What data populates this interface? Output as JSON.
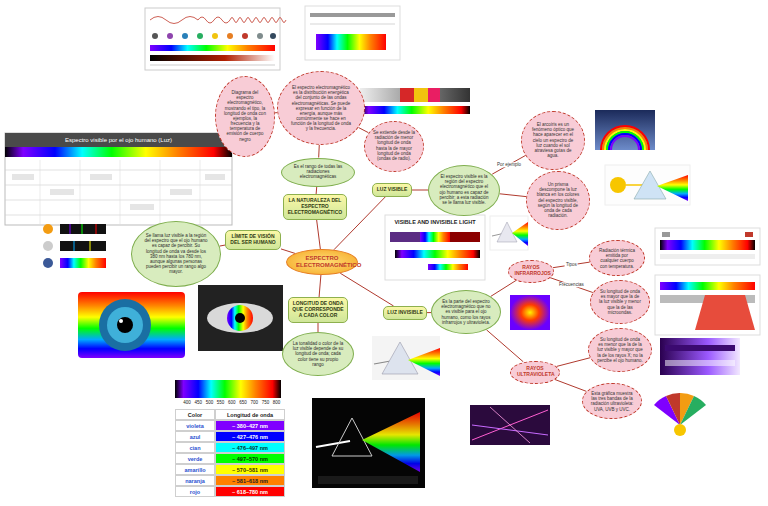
{
  "diagram": {
    "nodes": [
      {
        "text": [
          "ESPECTRO ELECTROMAGNÉTICO"
        ]
      },
      {
        "text": [
          "LA NATURALEZA DEL ESPECTRO ELECTROMAGNÉTICO"
        ]
      },
      {
        "text": [
          "Es el rango de todas las radiaciones electromagnéticas"
        ]
      },
      {
        "text": [
          "El espectro electromagnético es la distribución energética del conjunto de las ondas electromagnéticas. Se puede expresar en función de la energía, aunque más comúnmente se hace en función de la longitud de onda y la frecuencia."
        ]
      },
      {
        "text": [
          "Diagrama del espectro electromagnético, mostrando el tipo, la longitud de onda con ejemplos, la frecuencia y la temperatura de emisión de cuerpo negro"
        ]
      },
      {
        "text": [
          "Se extiende desde la radiación de menor longitud de onda hasta la de mayor longitud de onda (ondas de radio)."
        ]
      },
      {
        "text": [
          "LÍMITE DE VISIÓN DEL SER HUMANO"
        ]
      },
      {
        "text": [
          "Se llama luz visible a la región del espectro que el ojo humano es capaz de percibir. Su longitud de onda va desde los 380 nm hasta los 780 nm, aunque algunas personas pueden percibir un rango algo mayor."
        ]
      },
      {
        "text": [
          "LONGITUD DE ONDA QUE CORRESPONDE A CADA COLOR"
        ]
      },
      {
        "text": [
          "La tonalidad o color de la luz visible depende de su longitud de onda; cada color tiene su propio rango"
        ]
      },
      {
        "text": [
          "LUZ VISIBLE"
        ]
      },
      {
        "text": [
          "El espectro visible es la región del espectro electromagnético que el ojo humano es capaz de percibir; a esta radiación se le llama luz visible."
        ]
      },
      {
        "text": [
          "El arcoíris es un fenómeno óptico que hace aparecer en el cielo un espectro de luz cuando el sol atraviesa gotas de agua."
        ]
      },
      {
        "text": [
          "Un prisma descompone la luz blanca en los colores del espectro visible, según la longitud de onda de cada radiación."
        ]
      },
      {
        "text": [
          "LUZ INVISIBLE"
        ]
      },
      {
        "text": [
          "Es la parte del espectro electromagnético que no es visible para el ojo humano, como los rayos infrarrojos y ultravioleta."
        ]
      },
      {
        "text": [
          "RAYOS INFRARROJOS"
        ]
      },
      {
        "text": [
          "Radiación térmica emitida por cualquier cuerpo con temperatura."
        ]
      },
      {
        "text": [
          "Su longitud de onda es mayor que la de la luz visible y menor que la de las microondas."
        ]
      },
      {
        "text": [
          "RAYOS ULTRAVIOLETA"
        ]
      },
      {
        "text": [
          "Su longitud de onda es menor que la de la luz visible y mayor que la de los rayos X; no la percibe el ojo humano."
        ]
      },
      {
        "text": [
          "Esta gráfica muestra las tres bandas de la radiación ultravioleta: UVA, UVB y UVC."
        ]
      }
    ],
    "edges": [
      {
        "from": 0,
        "to": 1,
        "arrow": "none"
      },
      {
        "from": 1,
        "to": 2,
        "arrow": "none"
      },
      {
        "from": 2,
        "to": 3,
        "arrow": "none"
      },
      {
        "from": 3,
        "to": 4,
        "arrow": "none"
      },
      {
        "from": 3,
        "to": 5,
        "arrow": "none"
      },
      {
        "from": 0,
        "to": 6,
        "arrow": "none"
      },
      {
        "from": 6,
        "to": 7,
        "arrow": "none"
      },
      {
        "from": 0,
        "to": 8,
        "arrow": "none"
      },
      {
        "from": 8,
        "to": 9,
        "arrow": "none"
      },
      {
        "from": 0,
        "to": 10,
        "arrow": "none"
      },
      {
        "from": 10,
        "to": 11,
        "arrow": "none"
      },
      {
        "from": 11,
        "to": 12,
        "label": "Por ejemplo",
        "arrow": "none"
      },
      {
        "from": 11,
        "to": 13,
        "arrow": "none"
      },
      {
        "from": 0,
        "to": 14,
        "arrow": "none"
      },
      {
        "from": 14,
        "to": 15,
        "arrow": "none"
      },
      {
        "from": 15,
        "to": 16,
        "arrow": "none"
      },
      {
        "from": 16,
        "to": 17,
        "label": "Tipos",
        "arrow": "none"
      },
      {
        "from": 16,
        "to": 18,
        "label": "Frecuencias",
        "arrow": "none"
      },
      {
        "from": 15,
        "to": 19,
        "arrow": "none"
      },
      {
        "from": 19,
        "to": 20,
        "arrow": "none"
      },
      {
        "from": 19,
        "to": 21,
        "arrow": "none"
      }
    ],
    "labels": [
      "Espectro visible por el ojo humano (Luz)",
      "VISIBLE AND INVISIBLE LIGHT",
      "400",
      "450",
      "500",
      "550",
      "600",
      "650",
      "700",
      "750",
      "800",
      "Color",
      "Longitud de onda",
      "violeta",
      "~ 380–427 nm",
      "azul",
      "~ 427–476 nm",
      "cian",
      "~ 476–497 nm",
      "verde",
      "~ 497–570 nm",
      "amarillo",
      "~ 570–581 nm",
      "naranja",
      "~ 581–618 nm",
      "rojo",
      "~ 618–780 nm"
    ]
  }
}
